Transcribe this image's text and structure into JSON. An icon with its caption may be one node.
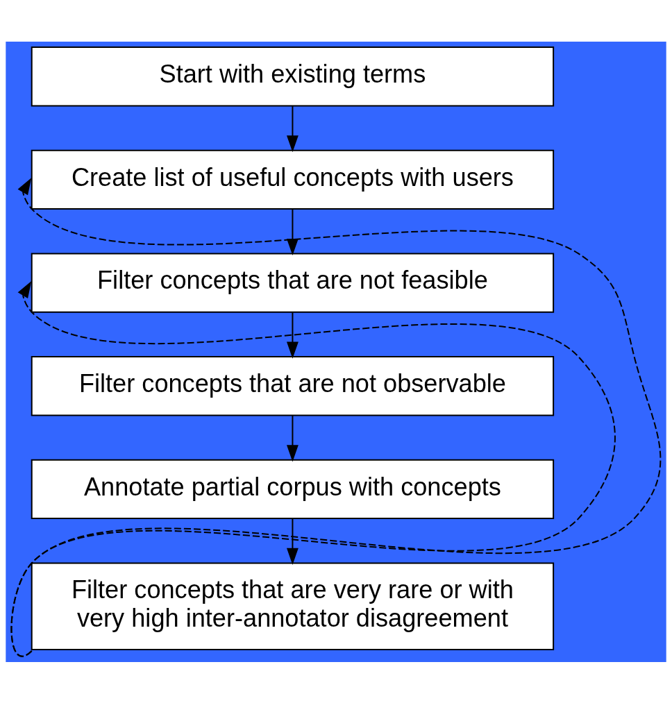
{
  "diagram": {
    "nodes": [
      {
        "text": [
          "Start with existing terms"
        ]
      },
      {
        "text": [
          "Create list of useful concepts with users"
        ]
      },
      {
        "text": [
          "Filter concepts that are not feasible"
        ]
      },
      {
        "text": [
          "Filter concepts that are not observable"
        ]
      },
      {
        "text": [
          "Annotate partial corpus with concepts"
        ]
      },
      {
        "text": [
          "Filter concepts that are very rare or with very high inter-annotator disagreement"
        ]
      }
    ],
    "edges": [
      {
        "from": 0,
        "to": 1,
        "arrow": "to"
      },
      {
        "from": 1,
        "to": 2,
        "arrow": "to"
      },
      {
        "from": 2,
        "to": 3,
        "arrow": "to"
      },
      {
        "from": 3,
        "to": 4,
        "arrow": "to"
      },
      {
        "from": 4,
        "to": 5,
        "arrow": "to"
      },
      {
        "from": 5,
        "to": 1,
        "arrow": "to",
        "style": "dashed"
      },
      {
        "from": 5,
        "to": 2,
        "arrow": "to",
        "style": "dashed"
      }
    ]
  }
}
